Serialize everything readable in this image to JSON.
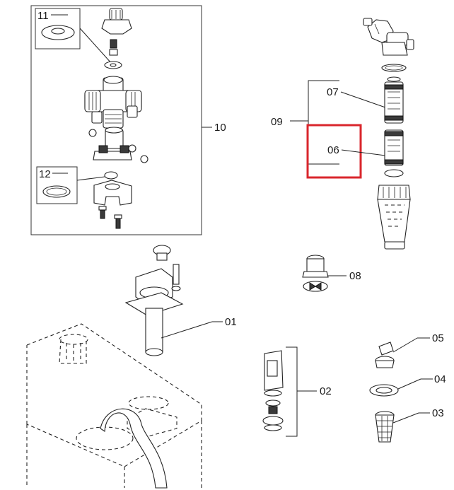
{
  "callouts": {
    "c10": "10",
    "c11": "11",
    "c12": "12",
    "c09": "09",
    "c07": "07",
    "c06": "06",
    "c08": "08",
    "c01": "01",
    "c02": "02",
    "c05": "05",
    "c04": "04",
    "c03": "03"
  },
  "highlight": {
    "color": "#d9262c",
    "target": "06"
  }
}
